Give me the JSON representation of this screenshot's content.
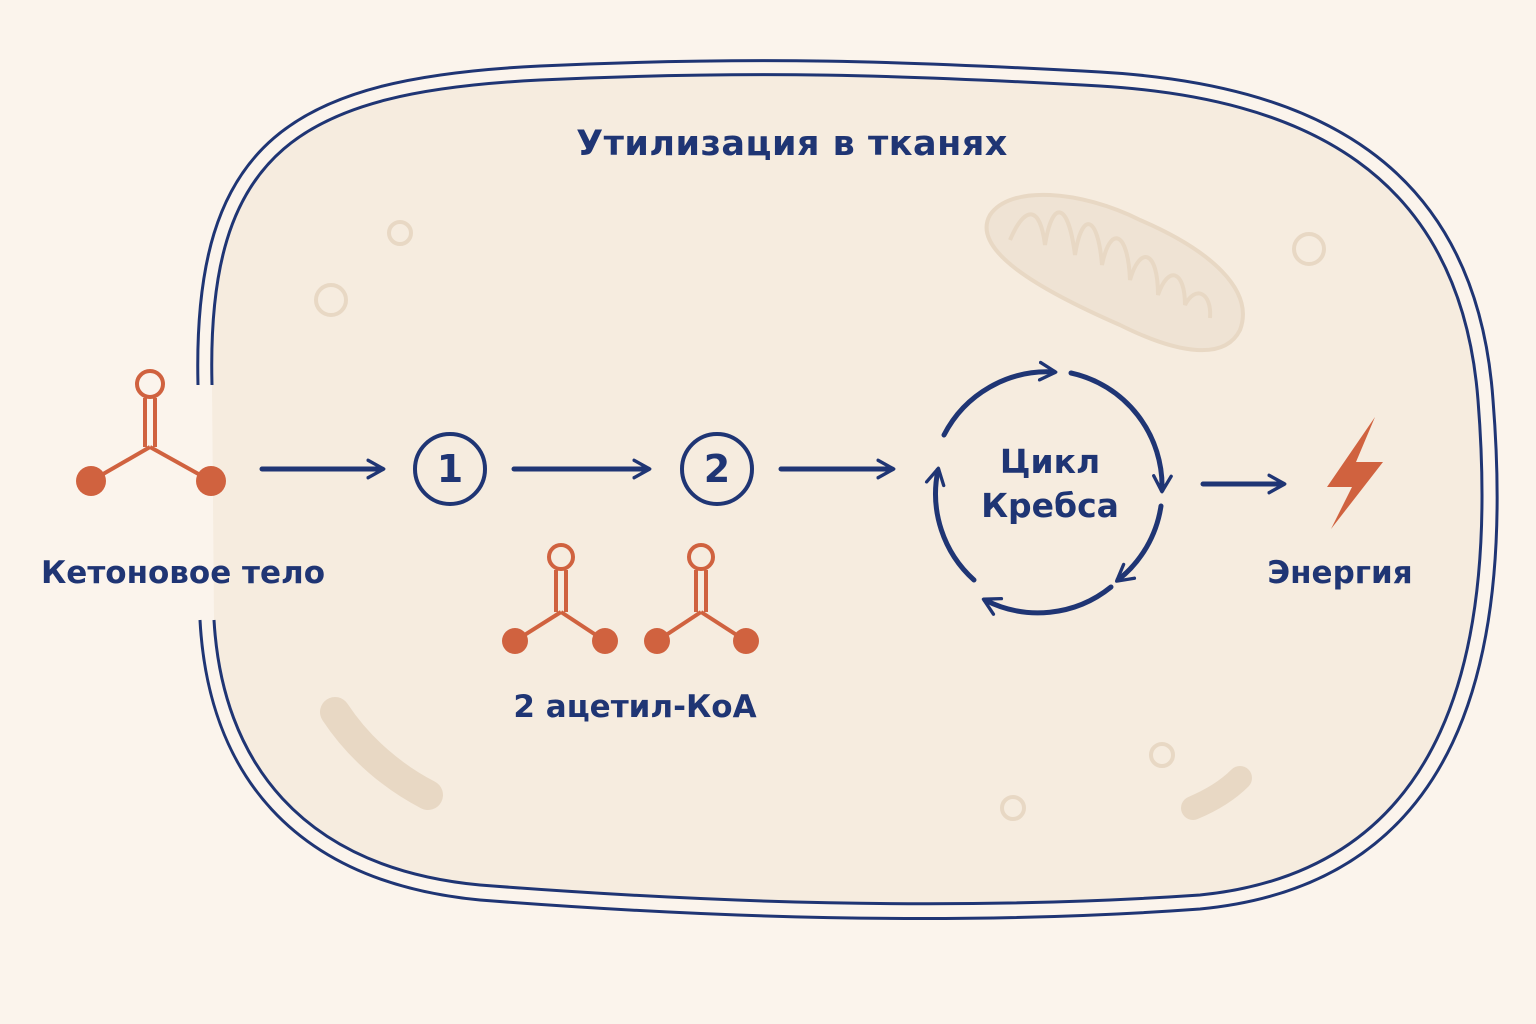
{
  "title": "Утилизация в тканях",
  "ketone_body": {
    "label": "Кетоновое тело"
  },
  "steps": [
    {
      "number": "1"
    },
    {
      "number": "2"
    }
  ],
  "acetyl_coa": {
    "label": "2 ацетил-КоА",
    "count": 2
  },
  "krebs_cycle": {
    "line1": "Цикл",
    "line2": "Кребса"
  },
  "energy": {
    "label": "Энергия",
    "icon": "lightning-bolt-icon"
  },
  "colors": {
    "primary": "#1f3574",
    "molecule": "#d0623f",
    "cell_fill": "#f6ecdf",
    "background": "#fbf4ec",
    "organelle": "#e8d8c4"
  }
}
